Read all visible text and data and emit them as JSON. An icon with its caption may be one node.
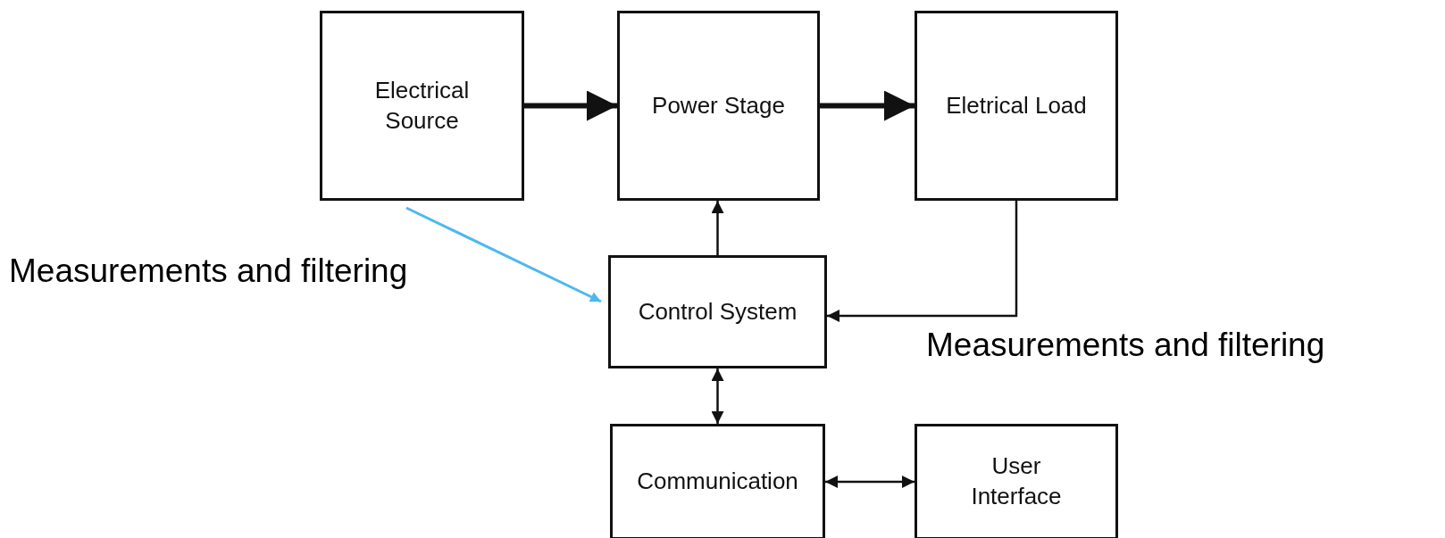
{
  "diagram": {
    "nodes": [
      {
        "text": [
          "Electrical Source"
        ]
      },
      {
        "text": [
          "Power Stage"
        ]
      },
      {
        "text": [
          "Eletrical Load"
        ]
      },
      {
        "text": [
          "Control System"
        ]
      },
      {
        "text": [
          "Communication"
        ]
      },
      {
        "text": [
          "User Interface"
        ]
      }
    ],
    "edges": [
      {
        "from": 0,
        "to": 1,
        "arrow": "to",
        "style": "thick"
      },
      {
        "from": 1,
        "to": 2,
        "arrow": "to",
        "style": "thick"
      },
      {
        "from": 3,
        "to": 1,
        "arrow": "to"
      },
      {
        "from": 2,
        "to": 3,
        "arrow": "to"
      },
      {
        "from": 3,
        "to": 4,
        "arrow": "both"
      },
      {
        "from": 4,
        "to": 5,
        "arrow": "both"
      },
      {
        "from": 0,
        "to": 3,
        "arrow": "to",
        "color": "#4db8f0"
      }
    ],
    "labels": [
      "Measurements and filtering",
      "Measurements and filtering"
    ]
  }
}
